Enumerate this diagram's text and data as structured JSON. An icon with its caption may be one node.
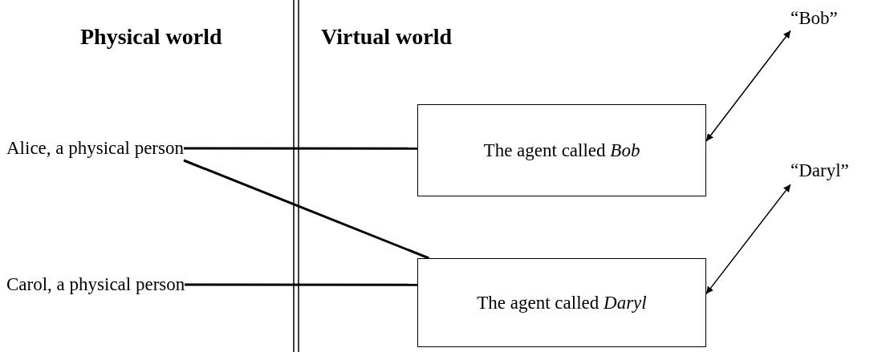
{
  "diagram": {
    "nodes": [
      {
        "text": [
          "“Bob”"
        ]
      },
      {
        "text": [
          "Alice, a physical person"
        ]
      },
      {
        "text": [
          "The agent called *Bob*"
        ]
      },
      {
        "text": [
          "“Daryl”"
        ]
      },
      {
        "text": [
          "Carol, a physical person"
        ]
      },
      {
        "text": [
          "The agent called *Daryl*"
        ]
      }
    ],
    "edges": [
      {
        "from": 1,
        "to": 2,
        "arrow": "none"
      },
      {
        "from": 1,
        "to": 5,
        "arrow": "none"
      },
      {
        "from": 4,
        "to": 5,
        "arrow": "none"
      },
      {
        "from": 2,
        "to": 0,
        "arrow": "both"
      },
      {
        "from": 5,
        "to": 3,
        "arrow": "both"
      }
    ],
    "labels": [
      "Physical world",
      "Virtual world"
    ]
  }
}
